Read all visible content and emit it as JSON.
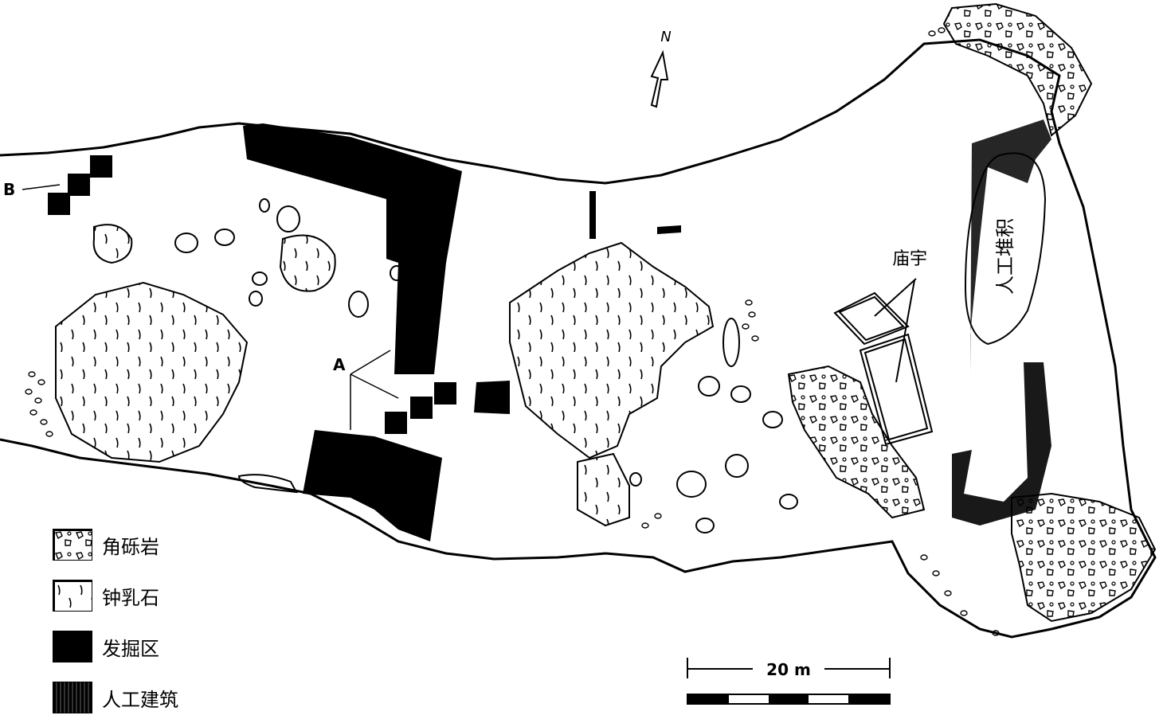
{
  "labels": {
    "north": "N",
    "section_a": "A",
    "section_b": "B",
    "temple": "庙宇",
    "artificial_deposit": "人工堆积"
  },
  "scale_bar": {
    "label": "20 m"
  },
  "legend": [
    {
      "key": "breccia",
      "label": "角砾岩"
    },
    {
      "key": "stalactite",
      "label": "钟乳石"
    },
    {
      "key": "excavation",
      "label": "发掘区"
    },
    {
      "key": "building",
      "label": "人工建筑"
    }
  ],
  "colors": {
    "ink": "#000000",
    "paper": "#ffffff"
  }
}
